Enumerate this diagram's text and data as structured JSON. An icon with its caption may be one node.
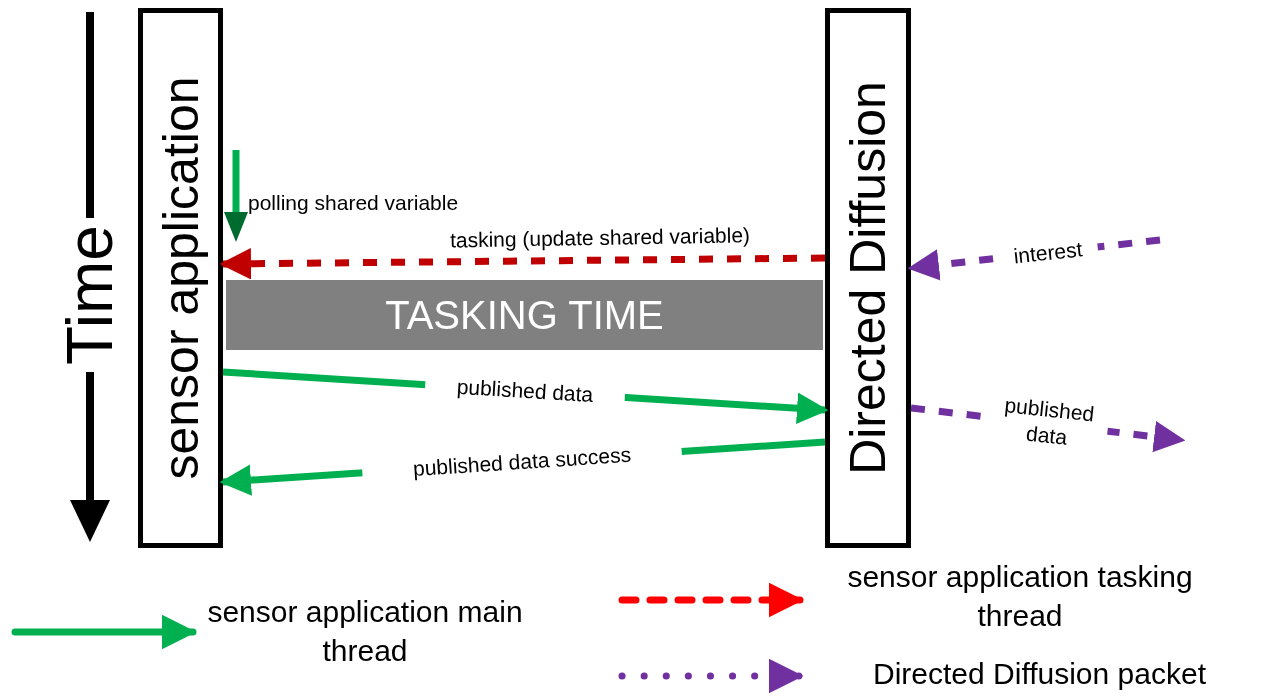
{
  "diagram": {
    "nodes": [
      {
        "text": [
          "sensor application"
        ]
      },
      {
        "text": [
          "Directed Diffusion"
        ]
      },
      {
        "text": [
          "TASKING TIME"
        ]
      }
    ],
    "edges": [
      {
        "from": 1,
        "to": 0,
        "arrow": "to",
        "label": "tasking (update shared variable)",
        "style": "dashed",
        "color": "#c00000"
      },
      {
        "from": 0,
        "to": 1,
        "arrow": "to",
        "label": "published data"
      },
      {
        "from": 1,
        "to": 0,
        "arrow": "to",
        "label": "published data success"
      },
      {
        "from": null,
        "to": 1,
        "arrow": "to",
        "label": "interest",
        "style": "dashed",
        "color": "#7030a0"
      },
      {
        "from": 1,
        "to": null,
        "arrow": "to",
        "label": "published data",
        "style": "dashed",
        "color": "#7030a0"
      }
    ],
    "labels": [
      "Time",
      "polling shared variable"
    ],
    "legend": [
      {
        "text": "sensor application main thread"
      },
      {
        "text": "sensor application tasking thread"
      },
      {
        "text": "Directed Diffusion packet"
      }
    ]
  }
}
